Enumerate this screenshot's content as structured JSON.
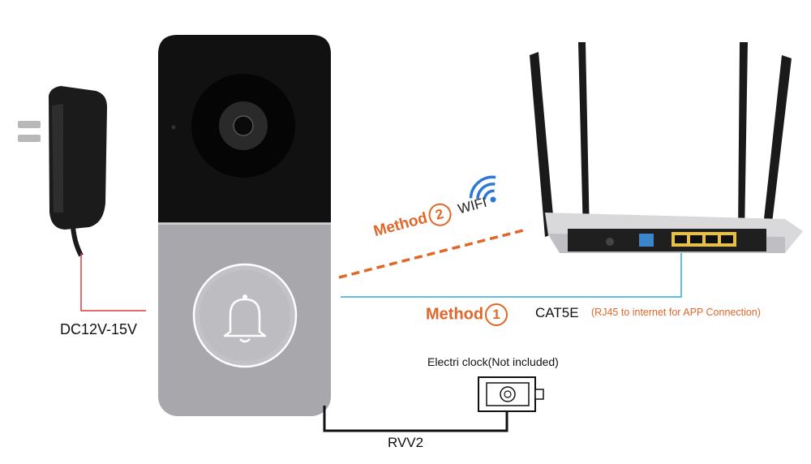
{
  "power": {
    "label": "DC12V-15V"
  },
  "lock": {
    "label": "Electri clock(Not included)"
  },
  "cable": {
    "label": "RVV2"
  },
  "method1": {
    "label": "Method",
    "number": "1"
  },
  "method2": {
    "label": "Method",
    "number": "2",
    "medium": "WIFI"
  },
  "cat5e": {
    "label": "CAT5E",
    "note": "(RJ45 to internet for APP Connection)"
  },
  "colors": {
    "accent": "#e0672a",
    "cable_blue": "#5fc1de",
    "cable_red": "#e23a3a"
  }
}
